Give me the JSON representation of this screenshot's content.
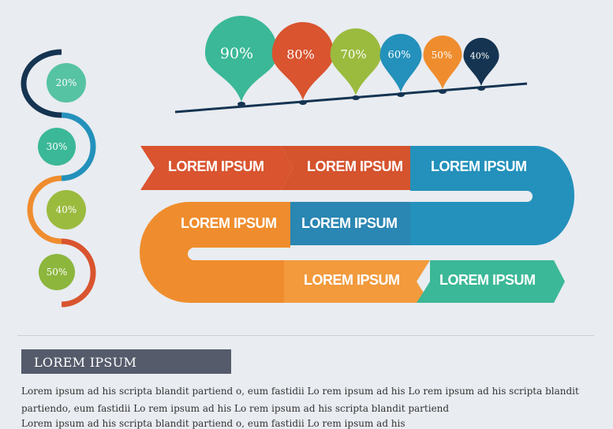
{
  "drops": [
    {
      "label": "90%",
      "color": "#3bb897"
    },
    {
      "label": "80%",
      "color": "#d9542f"
    },
    {
      "label": "70%",
      "color": "#9bbb3f"
    },
    {
      "label": "60%",
      "color": "#2391bb"
    },
    {
      "label": "50%",
      "color": "#ef8d2e"
    },
    {
      "label": "40%",
      "color": "#153452"
    }
  ],
  "circles": [
    {
      "label": "20%",
      "color": "#56c3a3"
    },
    {
      "label": "30%",
      "color": "#3bb897"
    },
    {
      "label": "40%",
      "color": "#9bbb3f"
    },
    {
      "label": "50%",
      "color": "#8cb63c"
    }
  ],
  "bands": {
    "row1": [
      "LOREM IPSUM",
      "LOREM IPSUM",
      "LOREM IPSUM"
    ],
    "row2": [
      "LOREM IPSUM",
      "LOREM IPSUM"
    ],
    "row3": [
      "LOREM IPSUM",
      "LOREM IPSUM"
    ]
  },
  "colors": {
    "orange_red": "#d9542f",
    "blue": "#2391bb",
    "orange": "#ef8d2e",
    "teal": "#3bb897",
    "navy": "#153452",
    "header_bg": "#555b6b"
  },
  "section": {
    "heading": "LOREM IPSUM",
    "lines": [
      "Lorem ipsum ad his scripta blandit partiend      o, eum  fastidii Lo rem ipsum ad his Lo   rem ipsum ad his scripta blandit",
      "partiendo, eum fastidii Lo rem ipsum ad his Lo rem ipsum ad his scripta blandit partiend",
      "Lorem ipsum ad his scripta blandit partiend       o, eum fastidii Lo rem ipsum ad his"
    ]
  }
}
